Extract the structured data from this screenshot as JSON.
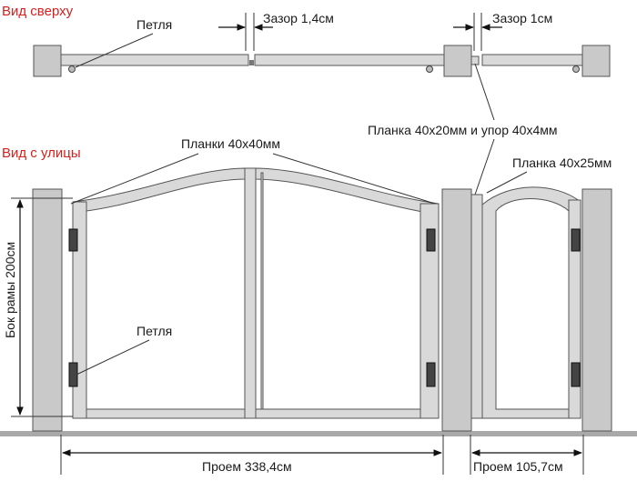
{
  "views": {
    "top": "Вид сверху",
    "street": "Вид с улицы"
  },
  "labels": {
    "hinge_top": "Петля",
    "gap_left": "Зазор 1,4см",
    "gap_right": "Зазор 1см",
    "strip_stop": "Планка 40х20мм и упор 40х4мм",
    "strips_40x40": "Планки 40х40мм",
    "strip_40x25": "Планка 40х25мм",
    "hinge_side": "Петля",
    "frame_side": "Бок рамы 200см",
    "opening_gate": "Проем 338,4см",
    "opening_wicket": "Проем 105,7см"
  },
  "colors": {
    "title_red": "#d6201c",
    "metal": "#d9d9d9",
    "post": "#c9c9c9",
    "line": "#333333"
  }
}
